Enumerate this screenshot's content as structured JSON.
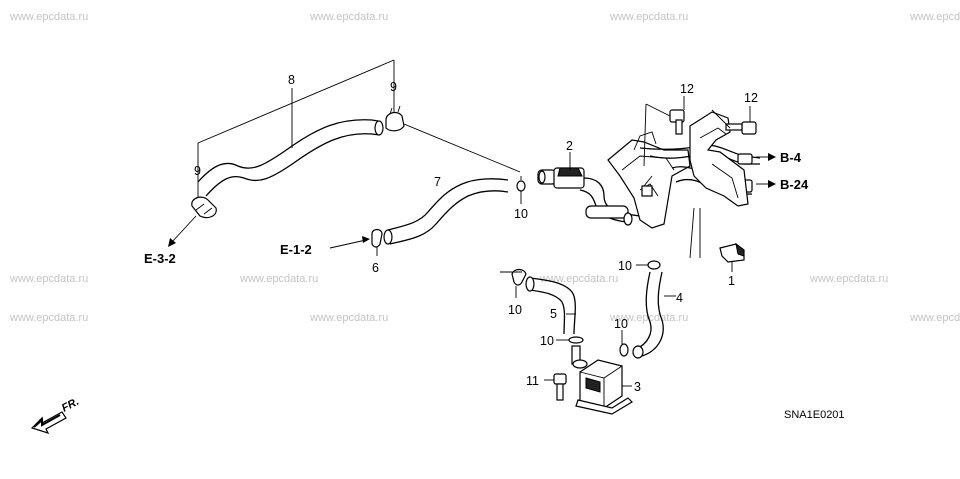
{
  "watermark": "www.epcdata.ru",
  "diagram_code": "SNA1E0201",
  "front_label": "FR.",
  "callouts": {
    "c8": "8",
    "c9_top": "9",
    "c9_left": "9",
    "c2": "2",
    "c7": "7",
    "c10_a": "10",
    "c12_a": "12",
    "c12_b": "12",
    "c6": "6",
    "c10_b": "10",
    "c1": "1",
    "c10_c": "10",
    "c4": "4",
    "c5": "5",
    "c10_d": "10",
    "c10_e": "10",
    "c11": "11",
    "c3": "3"
  },
  "refs": {
    "b4": "B-4",
    "b24": "B-24",
    "e12": "E-1-2",
    "e32": "E-3-2"
  }
}
